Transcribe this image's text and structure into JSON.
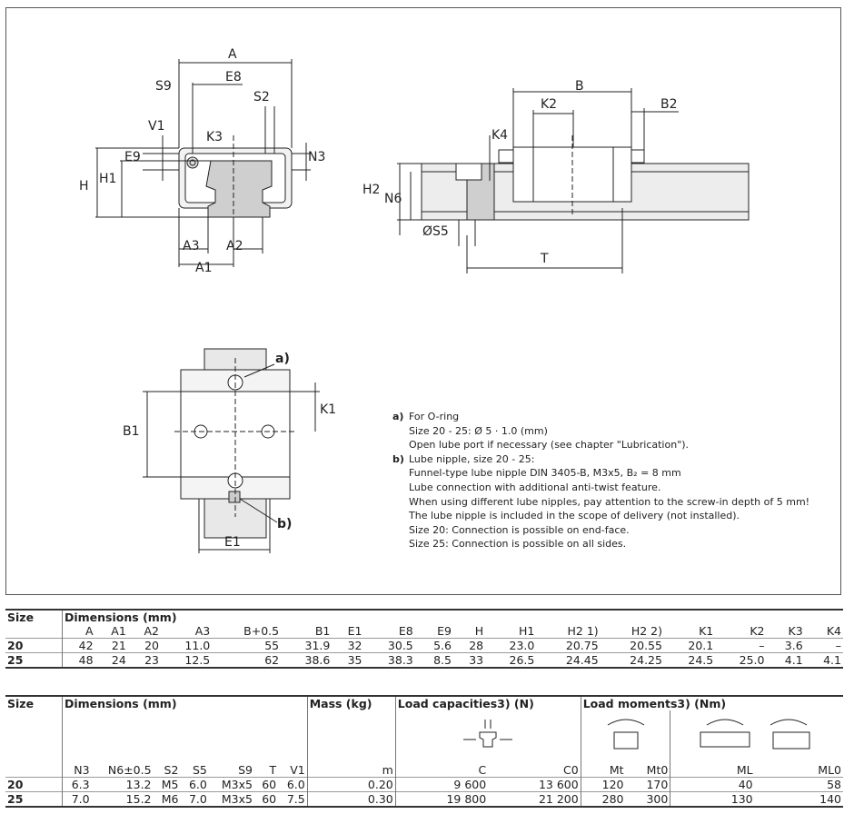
{
  "notes": {
    "a_label": "a)",
    "a_lines": [
      "For O-ring",
      "Size 20 - 25: Ø 5 · 1.0 (mm)",
      "Open lube port if necessary (see chapter \"Lubrication\")."
    ],
    "b_label": "b)",
    "b_lines": [
      "Lube nipple, size 20 - 25:",
      "Funnel-type lube nipple DIN 3405-B, M3x5, B₂ = 8 mm",
      "Lube connection with additional anti-twist feature.",
      "When using different lube nipples, pay attention to the screw-in depth of 5 mm!",
      "The lube nipple is included in the scope of delivery (not installed).",
      "Size 20: Connection is possible on end-face.",
      "Size 25: Connection is possible on all sides."
    ]
  },
  "drawing_labels": {
    "A": "A",
    "E8": "E8",
    "S9": "S9",
    "S2": "S2",
    "V1": "V1",
    "K3": "K3",
    "E9": "E9",
    "N3": "N3",
    "H": "H",
    "H1": "H1",
    "A3": "A3",
    "A2": "A2",
    "A1": "A1",
    "B": "B",
    "K2": "K2",
    "B2": "B2",
    "K4": "K4",
    "H2": "H2",
    "N6": "N6",
    "S5": "ØS5",
    "T": "T",
    "K1": "K1",
    "B1": "B1",
    "E1": "E1",
    "a": "a)",
    "b": "b)"
  },
  "table1": {
    "size_header": "Size",
    "dims_header": "Dimensions (mm)",
    "columns": [
      "A",
      "A1",
      "A2",
      "A3",
      "B+0.5",
      "B1",
      "E1",
      "E8",
      "E9",
      "H",
      "H1",
      "H2 1)",
      "H2 2)",
      "K1",
      "K2",
      "K3",
      "K4"
    ],
    "rows": [
      {
        "size": "20",
        "values": [
          "42",
          "21",
          "20",
          "11.0",
          "55",
          "31.9",
          "32",
          "30.5",
          "5.6",
          "28",
          "23.0",
          "20.75",
          "20.55",
          "20.1",
          "–",
          "3.6",
          "–"
        ]
      },
      {
        "size": "25",
        "values": [
          "48",
          "24",
          "23",
          "12.5",
          "62",
          "38.6",
          "35",
          "38.3",
          "8.5",
          "33",
          "26.5",
          "24.45",
          "24.25",
          "24.5",
          "25.0",
          "4.1",
          "4.1"
        ]
      }
    ]
  },
  "table2": {
    "size_header": "Size",
    "dims_header": "Dimensions (mm)",
    "mass_header": "Mass (kg)",
    "load_cap_header": "Load capacities3) (N)",
    "load_mom_header": "Load moments3) (Nm)",
    "columns": [
      "N3",
      "N6±0.5",
      "S2",
      "S5",
      "S9",
      "T",
      "V1",
      "m",
      "C",
      "C0",
      "Mt",
      "Mt0",
      "ML",
      "ML0"
    ],
    "rows": [
      {
        "size": "20",
        "values": [
          "6.3",
          "13.2",
          "M5",
          "6.0",
          "M3x5",
          "60",
          "6.0",
          "0.20",
          "9 600",
          "13 600",
          "120",
          "170",
          "40",
          "58"
        ]
      },
      {
        "size": "25",
        "values": [
          "7.0",
          "15.2",
          "M6",
          "7.0",
          "M3x5",
          "60",
          "7.5",
          "0.30",
          "19 800",
          "21 200",
          "280",
          "300",
          "130",
          "140"
        ]
      }
    ]
  }
}
